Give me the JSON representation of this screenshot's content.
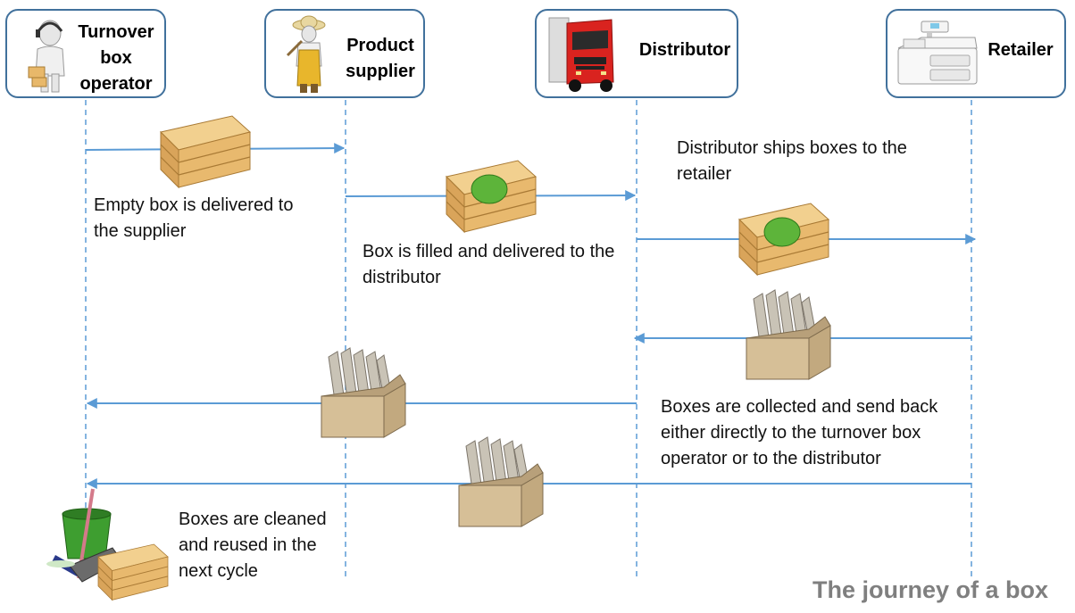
{
  "actors": [
    {
      "key": "turnover",
      "label": "Turnover box operator",
      "icon": "operator-headset-icon"
    },
    {
      "key": "supplier",
      "label": "Product supplier",
      "icon": "farmer-icon"
    },
    {
      "key": "distributor",
      "label": "Distributor",
      "icon": "truck-icon"
    },
    {
      "key": "retailer",
      "label": "Retailer",
      "icon": "cash-register-icon"
    }
  ],
  "notes": {
    "empty_delivered": "Empty box is delivered to the supplier",
    "filled_delivered": "Box is filled and delivered to the distributor",
    "ships_retailer": "Distributor ships boxes to the retailer",
    "collected": "Boxes are collected and send back either directly to the turnover box operator or to the distributor",
    "cleaned": "Boxes are cleaned and reused in the next cycle"
  },
  "footer_title": "The journey of a box",
  "colors": {
    "border": "#41719c",
    "arrow": "#5b9bd5",
    "footer": "#7f7f7f",
    "crate": "#e9b96e",
    "cabbage": "#5db43a",
    "cardboard": "#c8b08a"
  }
}
